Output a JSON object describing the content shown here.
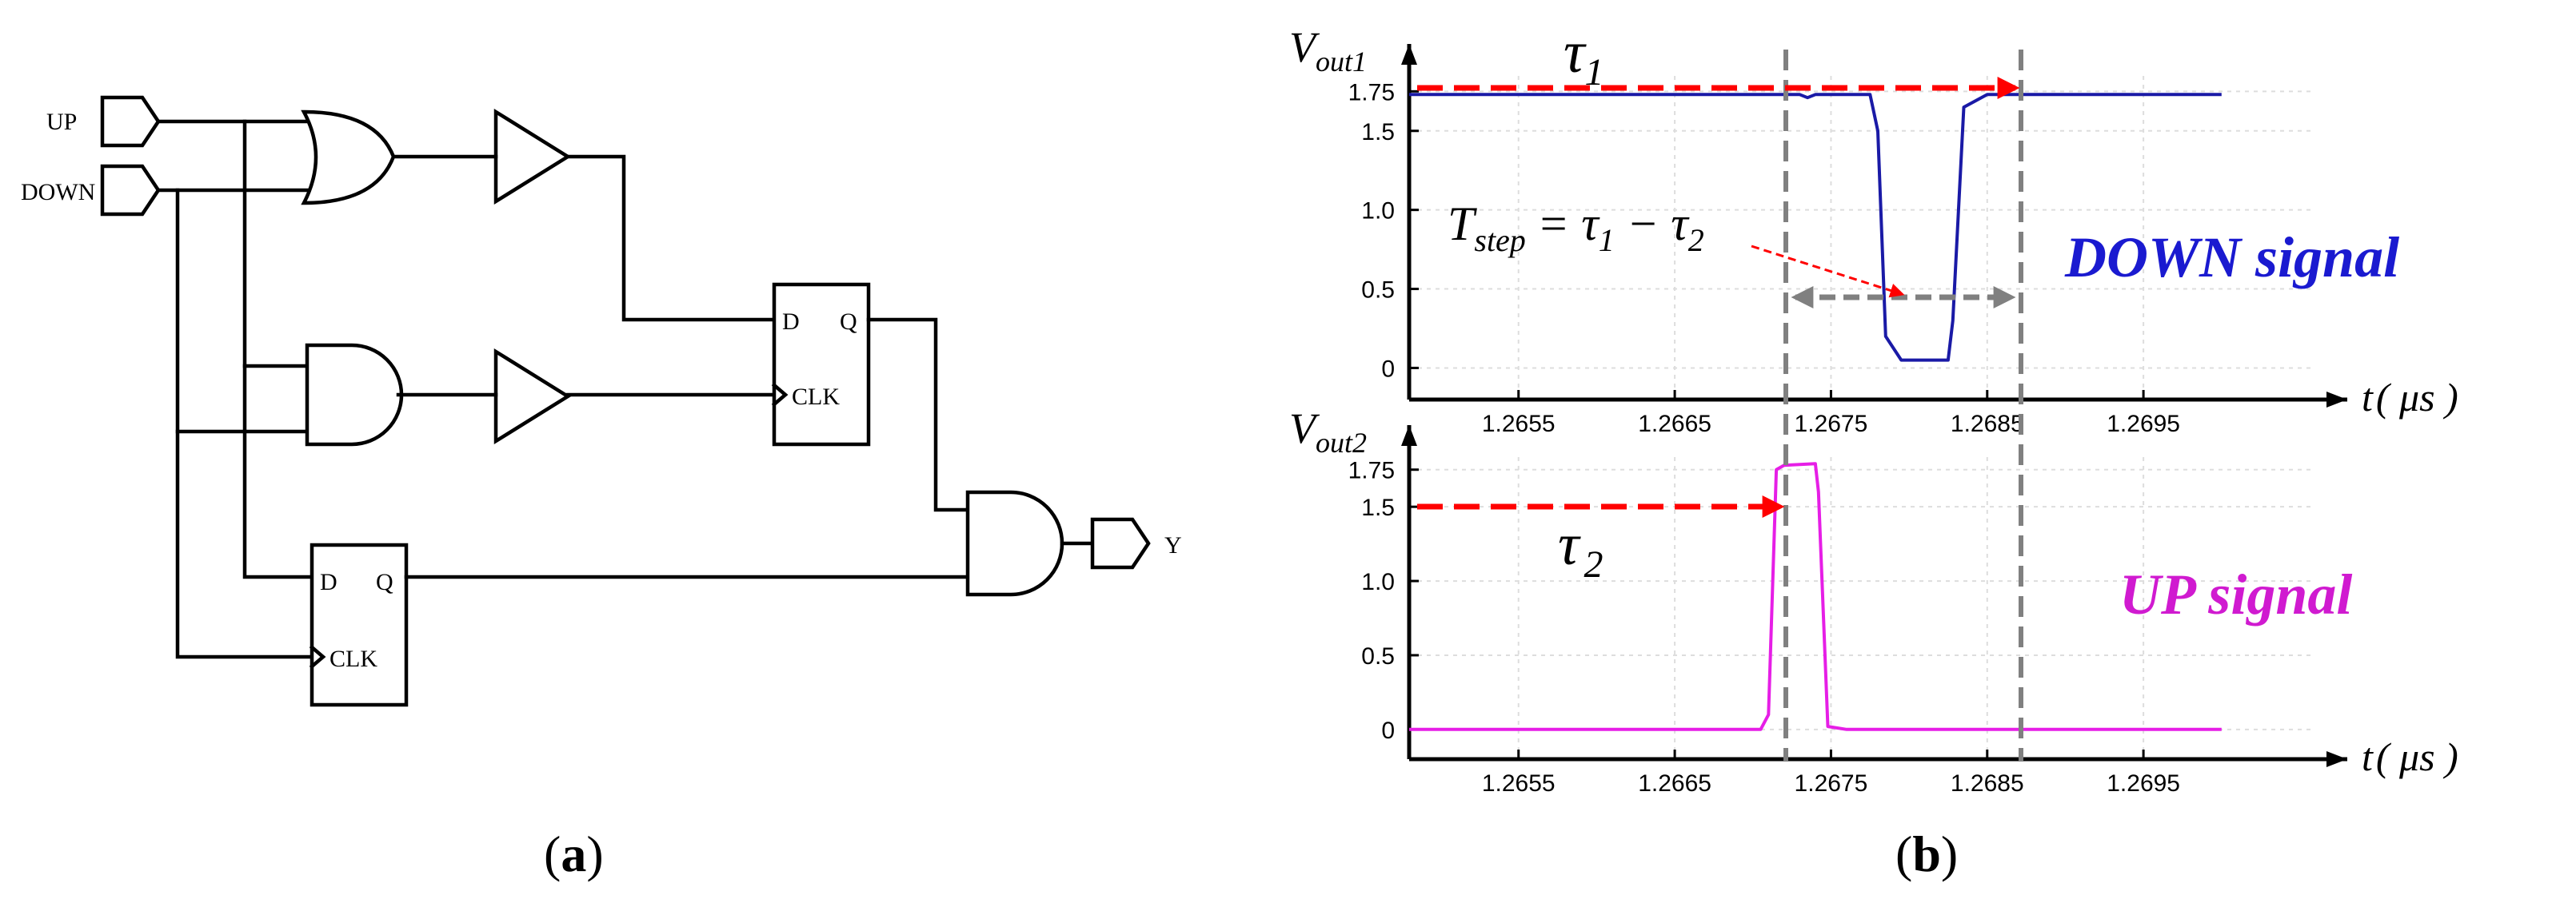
{
  "circuit": {
    "input_up": "UP",
    "input_down": "DOWN",
    "output_y": "Y",
    "ff1_d": "D",
    "ff1_q": "Q",
    "ff1_clk": "CLK",
    "ff2_d": "D",
    "ff2_q": "Q",
    "ff2_clk": "CLK",
    "panel_label_open": "(",
    "panel_label_letter": "a",
    "panel_label_close": ")"
  },
  "chart_data": [
    {
      "type": "line",
      "panel": "top",
      "ylabel_main": "V",
      "ylabel_sub": "out1",
      "xlabel_main": "t",
      "xlabel_unit": "( μs )",
      "x_ticks": [
        "1.2655",
        "1.2665",
        "1.2675",
        "1.2685",
        "1.2695"
      ],
      "x_tick_values": [
        1.2655,
        1.2665,
        1.2675,
        1.2685,
        1.2695
      ],
      "y_ticks": [
        "0",
        "0.5",
        "1.0",
        "1.5",
        "1.75"
      ],
      "y_tick_values": [
        0,
        0.5,
        1.0,
        1.5,
        1.75
      ],
      "xlim": [
        1.2648,
        1.2706
      ],
      "ylim": [
        -0.2,
        2.05
      ],
      "grid": true,
      "series": [
        {
          "name": "DOWN signal",
          "color": "#1a1aa6",
          "x": [
            1.2648,
            1.2667,
            1.2673,
            1.26735,
            1.2674,
            1.26775,
            1.2678,
            1.26785,
            1.26795,
            1.2681,
            1.26825,
            1.26828,
            1.26835,
            1.2685,
            1.27
          ],
          "y": [
            1.73,
            1.73,
            1.73,
            1.71,
            1.73,
            1.73,
            1.5,
            0.2,
            0.05,
            0.05,
            0.05,
            0.3,
            1.65,
            1.73,
            1.73
          ]
        }
      ],
      "annotations": {
        "tau1_main": "τ",
        "tau1_sub": "1",
        "tstep_T": "T",
        "tstep_sub": "step",
        "tstep_rest": "= τ",
        "tstep_sub1": "1",
        "tstep_minus": " − τ",
        "tstep_sub2": "2",
        "signal_label": "DOWN signal",
        "signal_color": "#1a1ad0"
      }
    },
    {
      "type": "line",
      "panel": "bottom",
      "ylabel_main": "V",
      "ylabel_sub": "out2",
      "xlabel_main": "t",
      "xlabel_unit": "( μs )",
      "x_ticks": [
        "1.2655",
        "1.2665",
        "1.2675",
        "1.2685",
        "1.2695"
      ],
      "x_tick_values": [
        1.2655,
        1.2665,
        1.2675,
        1.2685,
        1.2695
      ],
      "y_ticks": [
        "0",
        "0.5",
        "1.0",
        "1.5",
        "1.75"
      ],
      "y_tick_values": [
        0,
        0.5,
        1.0,
        1.5,
        1.75
      ],
      "xlim": [
        1.2648,
        1.2706
      ],
      "ylim": [
        -0.2,
        2.05
      ],
      "grid": true,
      "series": [
        {
          "name": "UP signal",
          "color": "#e61ee6",
          "x": [
            1.2648,
            1.26705,
            1.2671,
            1.26715,
            1.2672,
            1.2674,
            1.26742,
            1.26748,
            1.2676,
            1.27
          ],
          "y": [
            0.0,
            0.0,
            0.1,
            1.75,
            1.78,
            1.79,
            1.6,
            0.02,
            0.0,
            0.0
          ]
        }
      ],
      "annotations": {
        "tau2_main": "τ",
        "tau2_sub": "2",
        "signal_label": "UP signal",
        "signal_color": "#d01ad0"
      }
    }
  ],
  "panel_b": {
    "panel_label_open": "(",
    "panel_label_letter": "b",
    "panel_label_close": ")"
  },
  "markers": {
    "line_color": "#808080",
    "arrow_color": "#ff0000"
  }
}
